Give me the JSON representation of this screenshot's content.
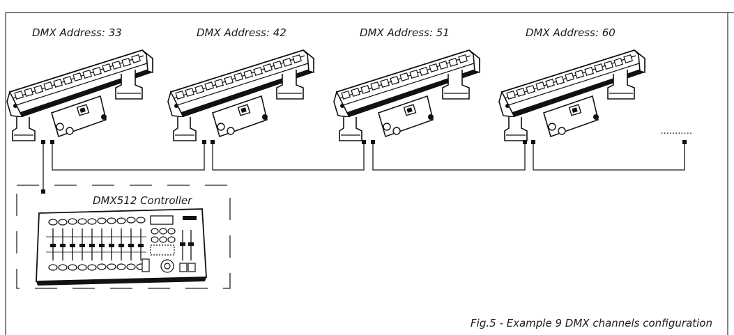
{
  "fixtures": [
    {
      "address_label": "DMX Address: 33"
    },
    {
      "address_label": "DMX Address: 42"
    },
    {
      "address_label": "DMX Address: 51"
    },
    {
      "address_label": "DMX Address: 60"
    }
  ],
  "controller": {
    "label": "DMX512 Controller"
  },
  "caption": "Fig.5 - Example 9 DMX channels configuration",
  "continuation_mark": "...........",
  "colors": {
    "line": "#1a1a1a",
    "frame": "#333333",
    "background": "#ffffff"
  }
}
